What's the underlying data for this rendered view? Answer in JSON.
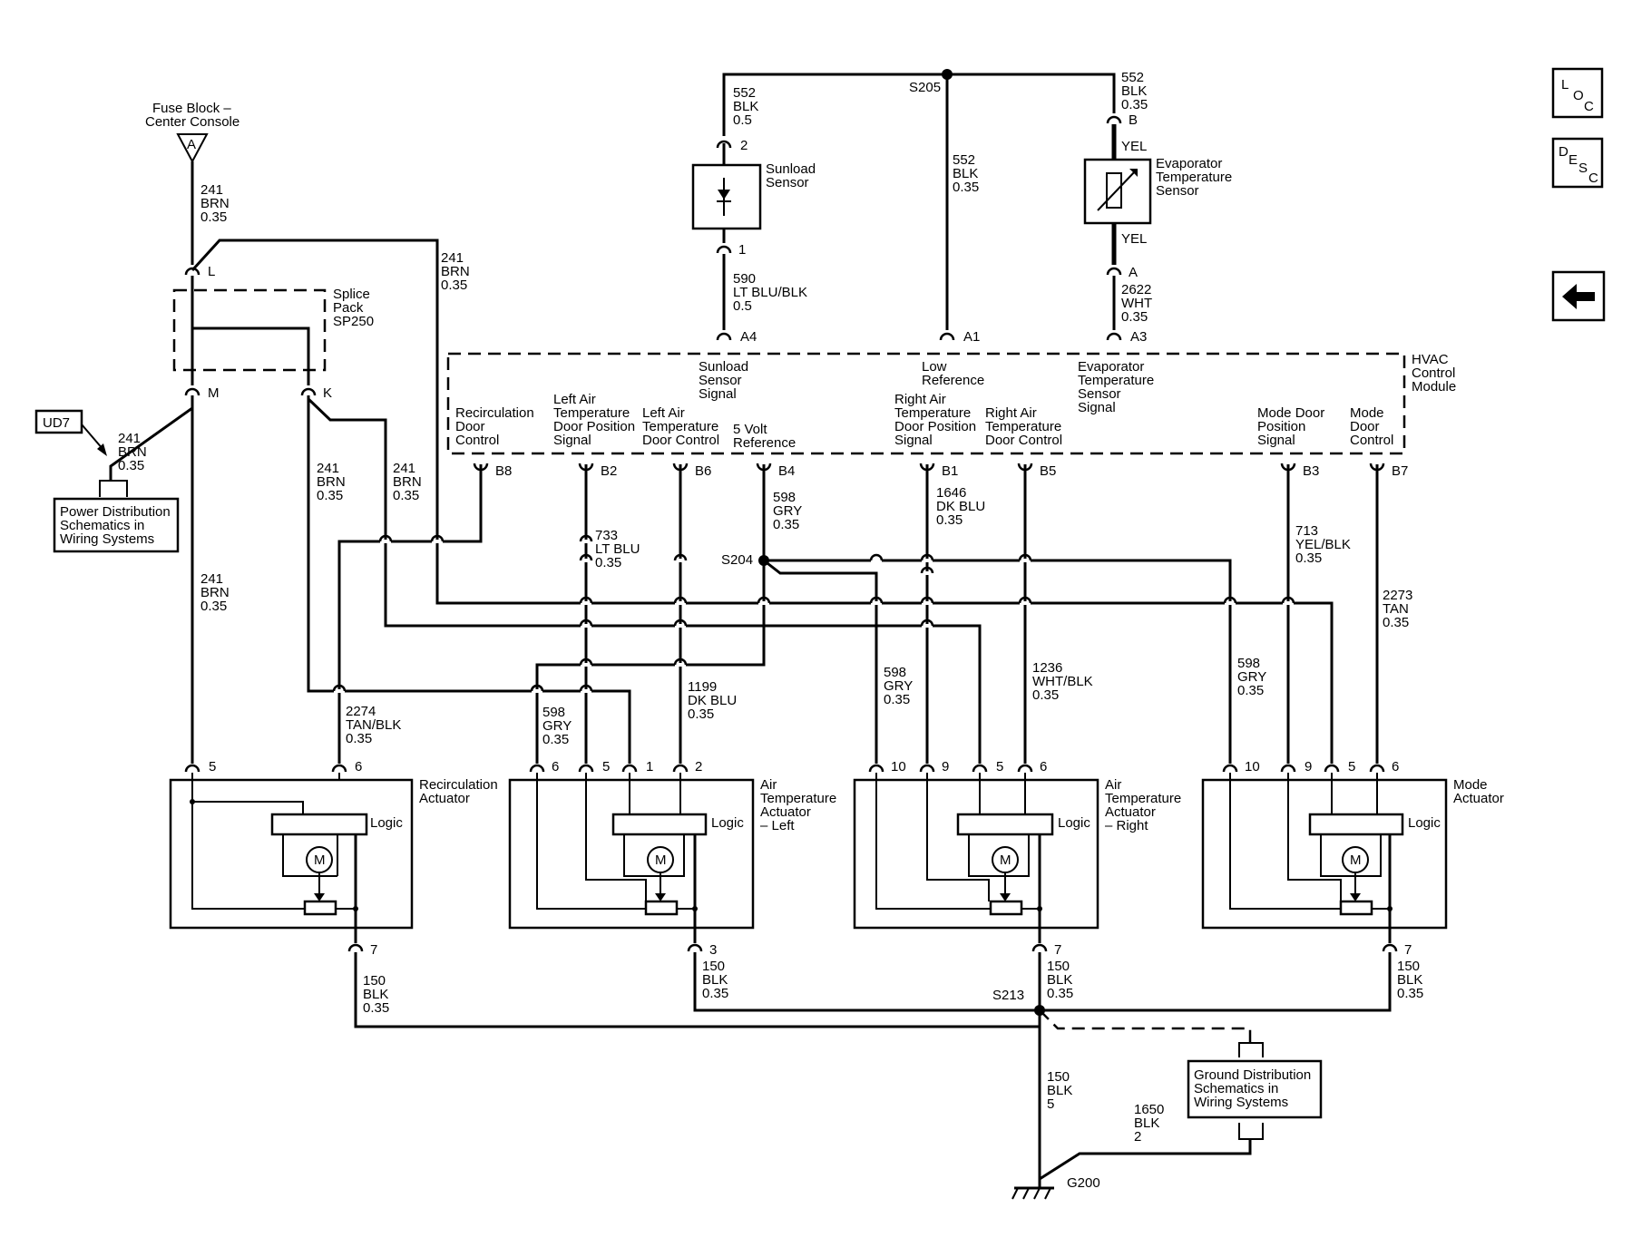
{
  "buttons": {
    "loc_l": "L",
    "loc_o": "O",
    "loc_c": "C",
    "desc_d": "D",
    "desc_e": "E",
    "desc_s": "S",
    "desc_c": "C"
  },
  "fuse": {
    "title1": "Fuse Block –",
    "title2": "Center Console",
    "pin": "A"
  },
  "wire241": {
    "num": "241",
    "color": "BRN",
    "gauge": "0.35"
  },
  "splice_pack": {
    "l1": "Splice",
    "l2": "Pack",
    "l3": "SP250",
    "pin_l": "L",
    "pin_m": "M",
    "pin_k": "K"
  },
  "ud7": "UD7",
  "power_dist": {
    "l1": "Power Distribution",
    "l2": "Schematics in",
    "l3": "Wiring  Systems"
  },
  "ground_dist": {
    "l1": "Ground Distribution",
    "l2": "Schematics in",
    "l3": "Wiring Systems"
  },
  "w552": {
    "num": "552",
    "color": "BLK",
    "gauge_a": "0.5",
    "gauge_b": "0.35"
  },
  "s205": "S205",
  "sunload": {
    "l1": "Sunload",
    "l2": "Sensor",
    "pin_top": "2",
    "pin_bot": "1"
  },
  "w590": {
    "num": "590",
    "color": "LT BLU/BLK",
    "gauge": "0.5"
  },
  "evap": {
    "l1": "Evaporator",
    "l2": "Temperature",
    "l3": "Sensor",
    "pin_b": "B",
    "pin_a": "A",
    "yel": "YEL"
  },
  "w2622": {
    "num": "2622",
    "color": "WHT",
    "gauge": "0.35"
  },
  "hvac": {
    "l1": "HVAC",
    "l2": "Control",
    "l3": "Module",
    "pins": [
      "A4",
      "A1",
      "A3",
      "B8",
      "B2",
      "B6",
      "B4",
      "B1",
      "B5",
      "B3",
      "B7"
    ],
    "sunload_sig": [
      "Sunload",
      "Sensor",
      "Signal"
    ],
    "low_ref": [
      "Low",
      "Reference"
    ],
    "evap_sig": [
      "Evaporator",
      "Temperature",
      "Sensor",
      "Signal"
    ],
    "recirc": [
      "Recirculation",
      "Door",
      "Control"
    ],
    "lpos": [
      "Left Air",
      "Temperature",
      "Door Position",
      "Signal"
    ],
    "lctl": [
      "Left Air",
      "Temperature",
      "Door Control"
    ],
    "ref5": [
      "5 Volt",
      "Reference"
    ],
    "rpos": [
      "Right Air",
      "Temperature",
      "Door Position",
      "Signal"
    ],
    "rctl": [
      "Right Air",
      "Temperature",
      "Door Control"
    ],
    "mpos": [
      "Mode Door",
      "Position",
      "Signal"
    ],
    "mctl": [
      "Mode",
      "Door",
      "Control"
    ]
  },
  "wires": {
    "w598": [
      "598",
      "GRY",
      "0.35"
    ],
    "w1646": [
      "1646",
      "DK BLU",
      "0.35"
    ],
    "w733": [
      "733",
      "LT BLU",
      "0.35"
    ],
    "w713": [
      "713",
      "YEL/BLK",
      "0.35"
    ],
    "w2273": [
      "2273",
      "TAN",
      "0.35"
    ],
    "w2274": [
      "2274",
      "TAN/BLK",
      "0.35"
    ],
    "w1199": [
      "1199",
      "DK BLU",
      "0.35"
    ],
    "w1236": [
      "1236",
      "WHT/BLK",
      "0.35"
    ],
    "w150": [
      "150",
      "BLK",
      "0.35"
    ],
    "w150g": [
      "150",
      "BLK",
      "5"
    ],
    "w1650": [
      "1650",
      "BLK",
      "2"
    ]
  },
  "s204": "S204",
  "s213": "S213",
  "g200": "G200",
  "logic": "Logic",
  "motor": "M",
  "actuators": {
    "recirc": [
      "Recirculation",
      "Actuator"
    ],
    "left": [
      "Air",
      "Temperature",
      "Actuator",
      "– Left"
    ],
    "right": [
      "Air",
      "Temperature",
      "Actuator",
      "– Right"
    ],
    "mode": [
      "Mode",
      "Actuator"
    ]
  },
  "act_pins": {
    "p5": "5",
    "p6": "6",
    "p1": "1",
    "p2": "2",
    "p9": "9",
    "p10": "10",
    "p7": "7",
    "p3": "3"
  }
}
